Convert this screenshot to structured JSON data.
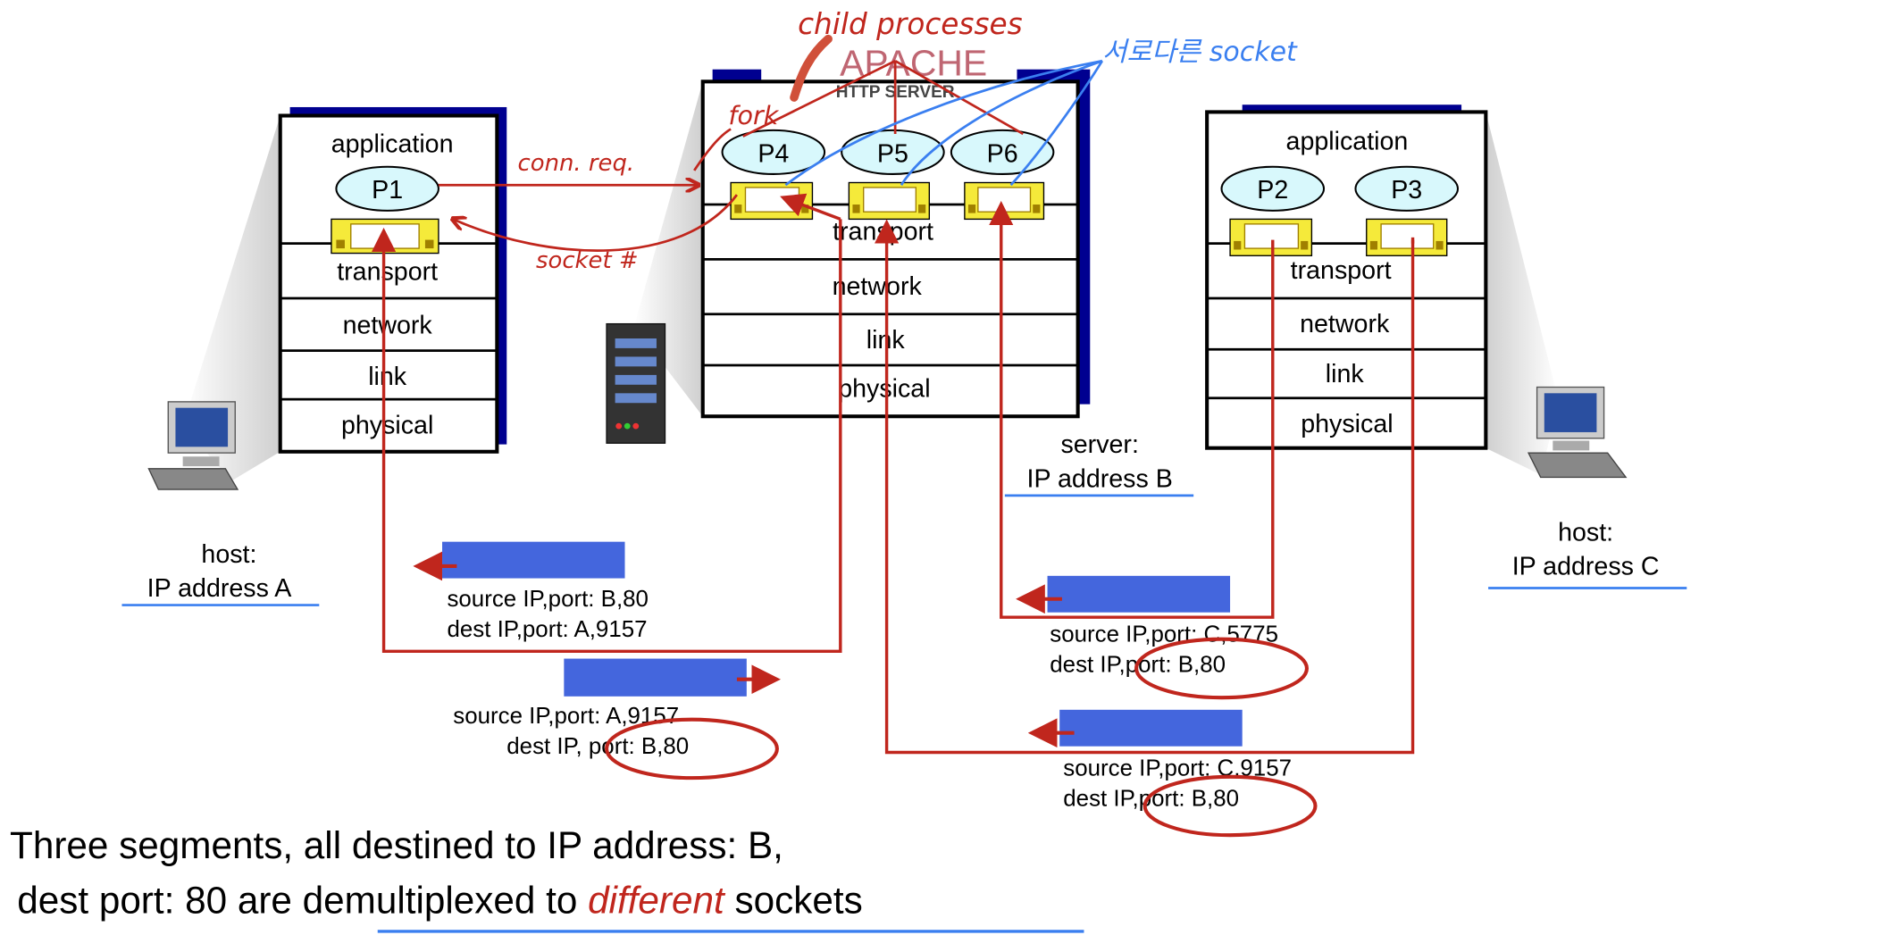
{
  "hosts": {
    "left": {
      "layers": [
        "application",
        "transport",
        "network",
        "link",
        "physical"
      ],
      "process": "P1",
      "label": "host:",
      "address": "IP address A"
    },
    "server": {
      "layers": [
        "transport",
        "network",
        "link",
        "physical"
      ],
      "processes": [
        "P4",
        "P5",
        "P6"
      ],
      "label": "server:",
      "address": "IP address B",
      "logo_main": "APACHE",
      "logo_sub": "HTTP SERVER"
    },
    "right": {
      "layers": [
        "application",
        "transport",
        "network",
        "link",
        "physical"
      ],
      "processes": [
        "P2",
        "P3"
      ],
      "label": "host:",
      "address": "IP address C"
    }
  },
  "segments": [
    {
      "source": "source IP,port: B,80",
      "dest": "dest IP,port: A,9157"
    },
    {
      "source": "source IP,port: A,9157",
      "dest": "dest IP, port: B,80"
    },
    {
      "source": "source IP,port: C,5775",
      "dest": "dest IP,port: B,80"
    },
    {
      "source": "source IP,port: C,9157",
      "dest": "dest IP,port: B,80"
    }
  ],
  "annotations": {
    "conn_req": "conn. req.",
    "socket_num": "socket #",
    "fork": "fork",
    "child_processes": "child processes",
    "different_socket": "서로다른 socket"
  },
  "caption": {
    "line1": "Three segments, all destined to IP address: B,",
    "line2_a": "dest port: 80 are ",
    "line2_b": "demultiplexed to ",
    "line2_c": "different",
    "line2_d": " sockets"
  },
  "colors": {
    "annotation_red": "#c0261d",
    "annotation_blue": "#3a7ff0",
    "segment_blue": "#4466dd",
    "socket_yellow": "#f5ea3a",
    "process_fill": "#d8f8fc",
    "box_shadow": "#000090"
  }
}
